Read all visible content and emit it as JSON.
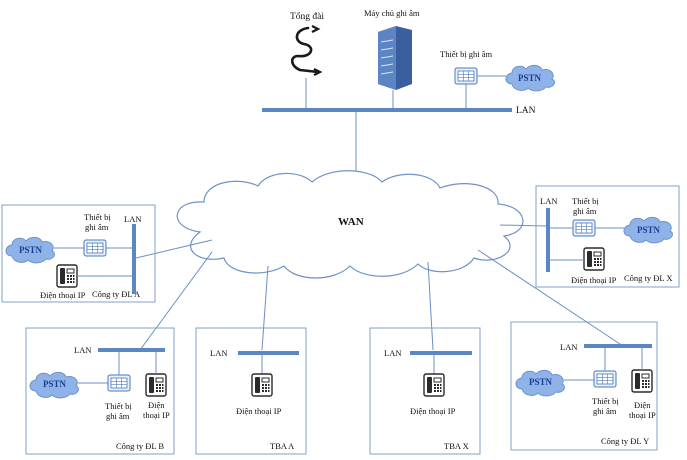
{
  "diagram": {
    "top": {
      "switch_label": "Tổng đài",
      "server_label": "Máy chủ ghi âm",
      "recorder_label": "Thiết bị ghi âm",
      "pstn_label": "PSTN",
      "lan_label": "LAN"
    },
    "wan_label": "WAN",
    "site_a": {
      "name": "Công ty ĐL A",
      "lan_label": "LAN",
      "pstn_label": "PSTN",
      "recorder_label": [
        "Thiết bị",
        "ghi âm"
      ],
      "phone_label": "Điện thoại IP"
    },
    "site_x": {
      "name": "Công ty ĐL X",
      "lan_label": "LAN",
      "pstn_label": "PSTN",
      "recorder_label": [
        "Thiết bị",
        "ghi âm"
      ],
      "phone_label": "Điện thoại IP"
    },
    "site_b": {
      "name": "Công ty ĐL B",
      "lan_label": "LAN",
      "pstn_label": "PSTN",
      "recorder_label": [
        "Thiết bị",
        "ghi âm"
      ],
      "phone_label": [
        "Điện",
        "thoại IP"
      ]
    },
    "tba_a": {
      "name": "TBA A",
      "lan_label": "LAN",
      "phone_label": "Điện thoại IP"
    },
    "tba_x": {
      "name": "TBA X",
      "lan_label": "LAN",
      "phone_label": "Điện thoại IP"
    },
    "site_y": {
      "name": "Công ty ĐL Y",
      "lan_label": "LAN",
      "pstn_label": "PSTN",
      "recorder_label": [
        "Thiết bị",
        "ghi âm"
      ],
      "phone_label": [
        "Điện",
        "thoại IP"
      ]
    }
  },
  "colors": {
    "bus": "#5b87c5",
    "box_border": "#7f9fc8",
    "cloud_stroke": "#6f93c9",
    "pstn_fill": "#8fb3e8",
    "phone": "#2b2b2b"
  }
}
